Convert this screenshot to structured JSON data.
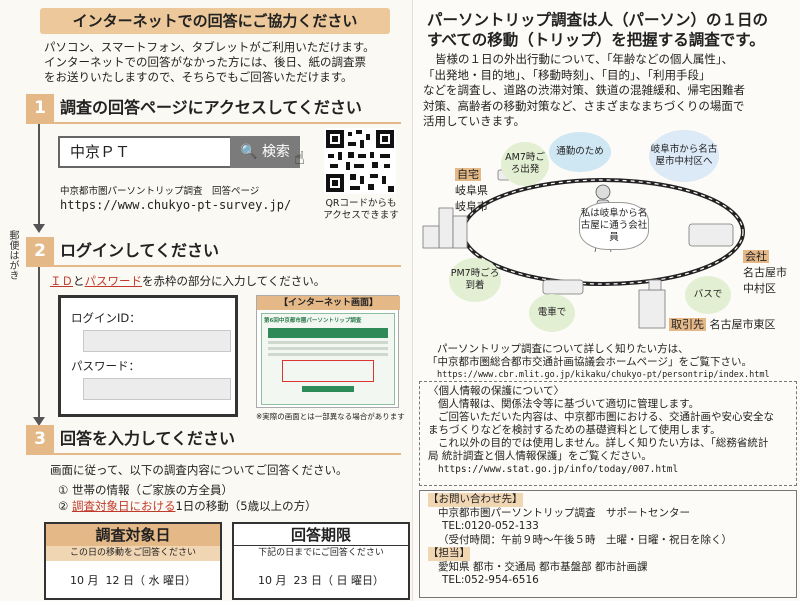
{
  "left": {
    "banner": "インターネットでの回答にご協力ください",
    "intro_1": "パソコン、スマートフォン、タブレットがご利用いただけます。",
    "intro_2": "インターネットでの回答がなかった方には、後日、紙の調査票",
    "intro_3": "をお送りいたしますので、そちらでもご回答いただけます。",
    "side_text": "郵便はがき",
    "step1": {
      "num": "1",
      "title": "調査の回答ページにアクセスしてください",
      "search_value": "中京ＰＴ",
      "search_button": "検索",
      "site_label": "中京都市圏パーソントリップ調査　回答ページ",
      "url": "https://www.chukyo-pt-survey.jp/",
      "qr_caption_1": "QRコードからも",
      "qr_caption_2": "アクセスできます"
    },
    "step2": {
      "num": "2",
      "title": "ログインしてください",
      "instr_id": "ＩＤ",
      "instr_and": "と",
      "instr_pw": "パスワード",
      "instr_rest": "を赤枠の部分に入力してください。",
      "login_id_label": "ログインID：",
      "password_label": "パスワード：",
      "screen_tag": "【インターネット画面】",
      "screen_heading": "第6回中京都市圏パーソントリップ調査",
      "screen_note": "※実際の画面とは一部異なる場合があります"
    },
    "step3": {
      "num": "3",
      "title": "回答を入力してください",
      "lead": "画面に従って、以下の調査内容についてご回答ください。",
      "item1_num": "①",
      "item1": "世帯の情報（ご家族の方全員）",
      "item2_num": "②",
      "item2_red": "調査対象日における",
      "item2_rest": "1日の移動（5歳以上の方）"
    },
    "target_day": {
      "title": "調査対象日",
      "sub": "この日の移動をご回答ください",
      "month": "10",
      "month_unit": "月",
      "day": "12",
      "day_unit": "日（",
      "weekday": "水",
      "weekday_unit": "曜日）"
    },
    "deadline": {
      "title": "回答期限",
      "sub": "下記の日までにご回答ください",
      "month": "10",
      "month_unit": "月",
      "day": "23",
      "day_unit": "日（",
      "weekday": "日",
      "weekday_unit": "曜日）"
    }
  },
  "right": {
    "title_1": "パーソントリップ調査は人（パーソン）の１日の",
    "title_2": "すべての移動（トリップ）を把握する調査です。",
    "body_1": "皆様の１日の外出行動について、「年齢などの個人属性」、",
    "body_2": "「出発地・目的地」、「移動時刻」、「目的」、「利用手段」",
    "body_3": "などを調査し、道路の渋滞対策、鉄道の混雑緩和、帰宅困難者",
    "body_4": "対策、高齢者の移動対策など、さまざまなまちづくりの場面で",
    "body_5": "活用していきます。",
    "diagram": {
      "am7": "AM7時ごろ出発",
      "commute": "通勤のため",
      "route": "岐阜市から名古屋市中村区へ",
      "home_tag": "自宅",
      "home_place_1": "岐阜県",
      "home_place_2": "岐阜市",
      "person": "私は岐阜から名古屋に通う会社員",
      "pm7": "PM7時ごろ到着",
      "train": "電車で",
      "bus": "バスで",
      "office_tag": "会社",
      "office_place_1": "名古屋市",
      "office_place_2": "中村区",
      "client_tag": "取引先",
      "client_place": "名古屋市東区"
    },
    "pt_info_1": "パーソントリップ調査について詳しく知りたい方は、",
    "pt_info_2": "「中京都市圏総合都市交通計画協議会ホームページ」をご覧下さい。",
    "pt_url": "https://www.cbr.mlit.go.jp/kikaku/chukyo-pt/persontrip/index.html",
    "privacy": {
      "heading": "〈個人情報の保護について〉",
      "p1": "個人情報は、関係法令等に基づいて適切に管理します。",
      "p2_1": "ご回答いただいた内容は、中京都市圏における、交通計画や安心安全な",
      "p2_2": "まちづくりなどを検討するための基礎資料として使用します。",
      "p3_1": "これ以外の目的では使用しません。詳しく知りたい方は、「総務省統計",
      "p3_2": "局 統計調査と個人情報保護」をご覧ください。",
      "url": "https://www.stat.go.jp/info/today/007.html"
    },
    "contact": {
      "heading": "【お問い合わせ先】",
      "center": "中京都市圏パーソントリップ調査　サポートセンター",
      "tel": "TEL:0120-052-133",
      "hours": "（受付時間：午前９時〜午後５時　土曜・日曜・祝日を除く）",
      "staff_heading": "【担当】",
      "staff": "愛知県 都市・交通局 都市基盤部 都市計画課",
      "staff_tel": "TEL:052-954-6516"
    }
  }
}
